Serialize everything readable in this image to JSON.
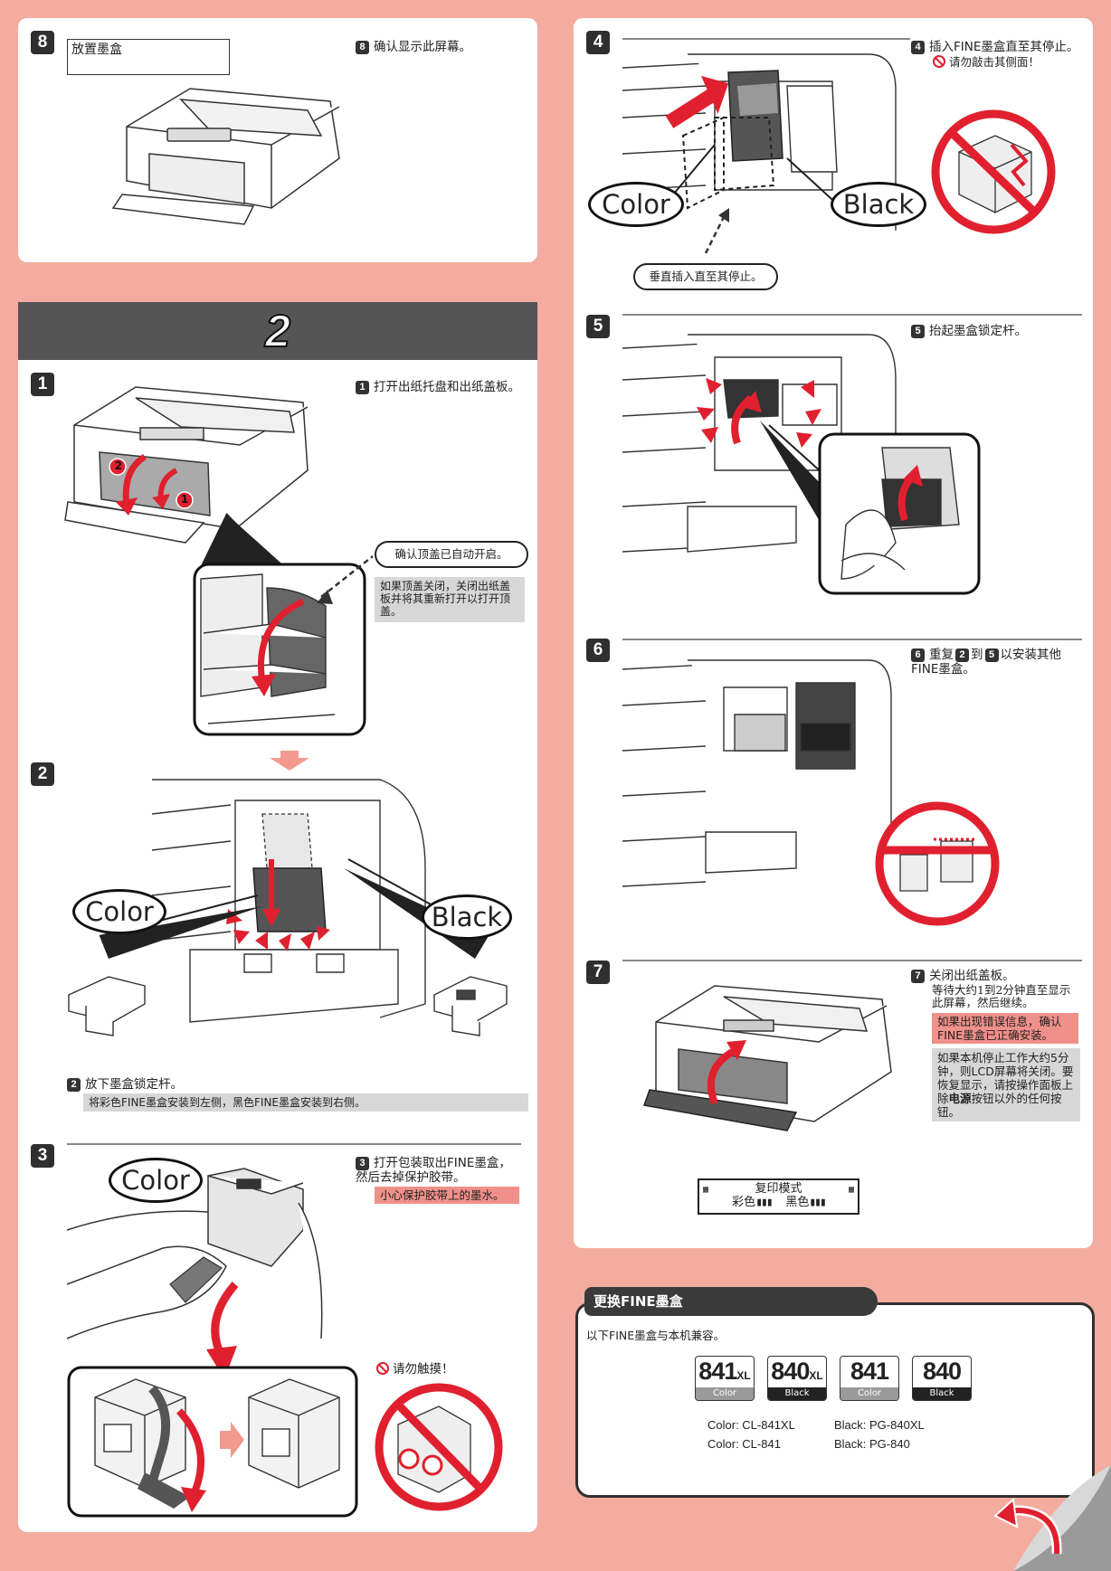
{
  "step8": {
    "num": "8",
    "screen": "放置墨盒",
    "title": "确认显示此屏幕。"
  },
  "section2": {
    "title": "2"
  },
  "step1": {
    "num": "1",
    "title": "打开出纸托盘和出纸盖板。",
    "callout1": "2",
    "callout2": "1",
    "confirm": "确认顶盖已自动开启。",
    "note": "如果顶盖关闭，关闭出纸盖板并将其重新打开以打开顶盖。"
  },
  "step2": {
    "num": "2",
    "label_color": "Color",
    "label_black": "Black",
    "title": "放下墨盒锁定杆。",
    "note": "将彩色FINE墨盒安装到左侧，黑色FINE墨盒安装到右侧。"
  },
  "step3": {
    "num": "3",
    "label_color": "Color",
    "title": "打开包装取出FINE墨盒，然后去掉保护胶带。",
    "caution": "小心保护胶带上的墨水。",
    "warning": "请勿触摸！"
  },
  "step4": {
    "num": "4",
    "label_color": "Color",
    "label_black": "Black",
    "title": "插入FINE墨盒直至其停止。",
    "warning": "请勿敲击其侧面！",
    "pill": "垂直插入直至其停止。"
  },
  "step5": {
    "num": "5",
    "title": "抬起墨盒锁定杆。"
  },
  "step6": {
    "num": "6",
    "title_a": "重复",
    "ref_from": "2",
    "title_b": "到",
    "ref_to": "5",
    "title_c": "以安装其他FINE墨盒。"
  },
  "step7": {
    "num": "7",
    "title": "关闭出纸盖板。",
    "subtitle": "等待大约1到2分钟直至显示此屏幕，然后继续。",
    "caution": "如果出现错误信息，确认FINE墨盒已正确安装。",
    "note_a": "如果本机停止工作大约5分钟，则LCD屏幕将关闭。要恢复显示，请按操作面板上除",
    "note_bold": "电源",
    "note_b": "按钮以外的任何按钮。",
    "lcd_line1": "复印模式",
    "lcd_color": "彩色",
    "lcd_black": "黑色"
  },
  "replace": {
    "tab": "更换FINE墨盒",
    "desc": "以下FINE墨盒与本机兼容。",
    "carts": [
      {
        "num": "841",
        "suffix": "XL",
        "kind": "Color"
      },
      {
        "num": "840",
        "suffix": "XL",
        "kind": "Black"
      },
      {
        "num": "841",
        "suffix": "",
        "kind": "Color"
      },
      {
        "num": "840",
        "suffix": "",
        "kind": "Black"
      }
    ],
    "color_models": [
      "Color: CL-841XL",
      "Color: CL-841"
    ],
    "black_models": [
      "Black: PG-840XL",
      "Black: PG-840"
    ]
  },
  "colors": {
    "accent_red": "#e0202e",
    "page_pink": "#f4aca0",
    "dark": "#2f2f2f"
  }
}
